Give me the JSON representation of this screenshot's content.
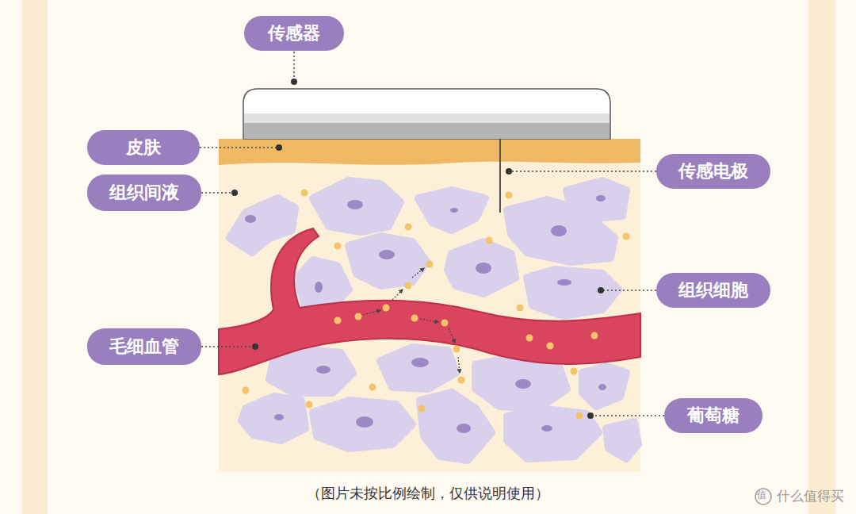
{
  "diagram": {
    "caption": "（图片未按比例绘制，仅供说明使用）",
    "nodes": [
      {
        "text": [
          "传感器"
        ]
      },
      {
        "text": [
          "皮肤"
        ]
      },
      {
        "text": [
          "传感电极"
        ]
      },
      {
        "text": [
          "组织间液"
        ]
      },
      {
        "text": [
          "组织细胞"
        ]
      },
      {
        "text": [
          "毛细血管"
        ]
      },
      {
        "text": [
          "葡萄糖"
        ]
      }
    ],
    "labels": [
      "值",
      "什么值得买"
    ]
  }
}
